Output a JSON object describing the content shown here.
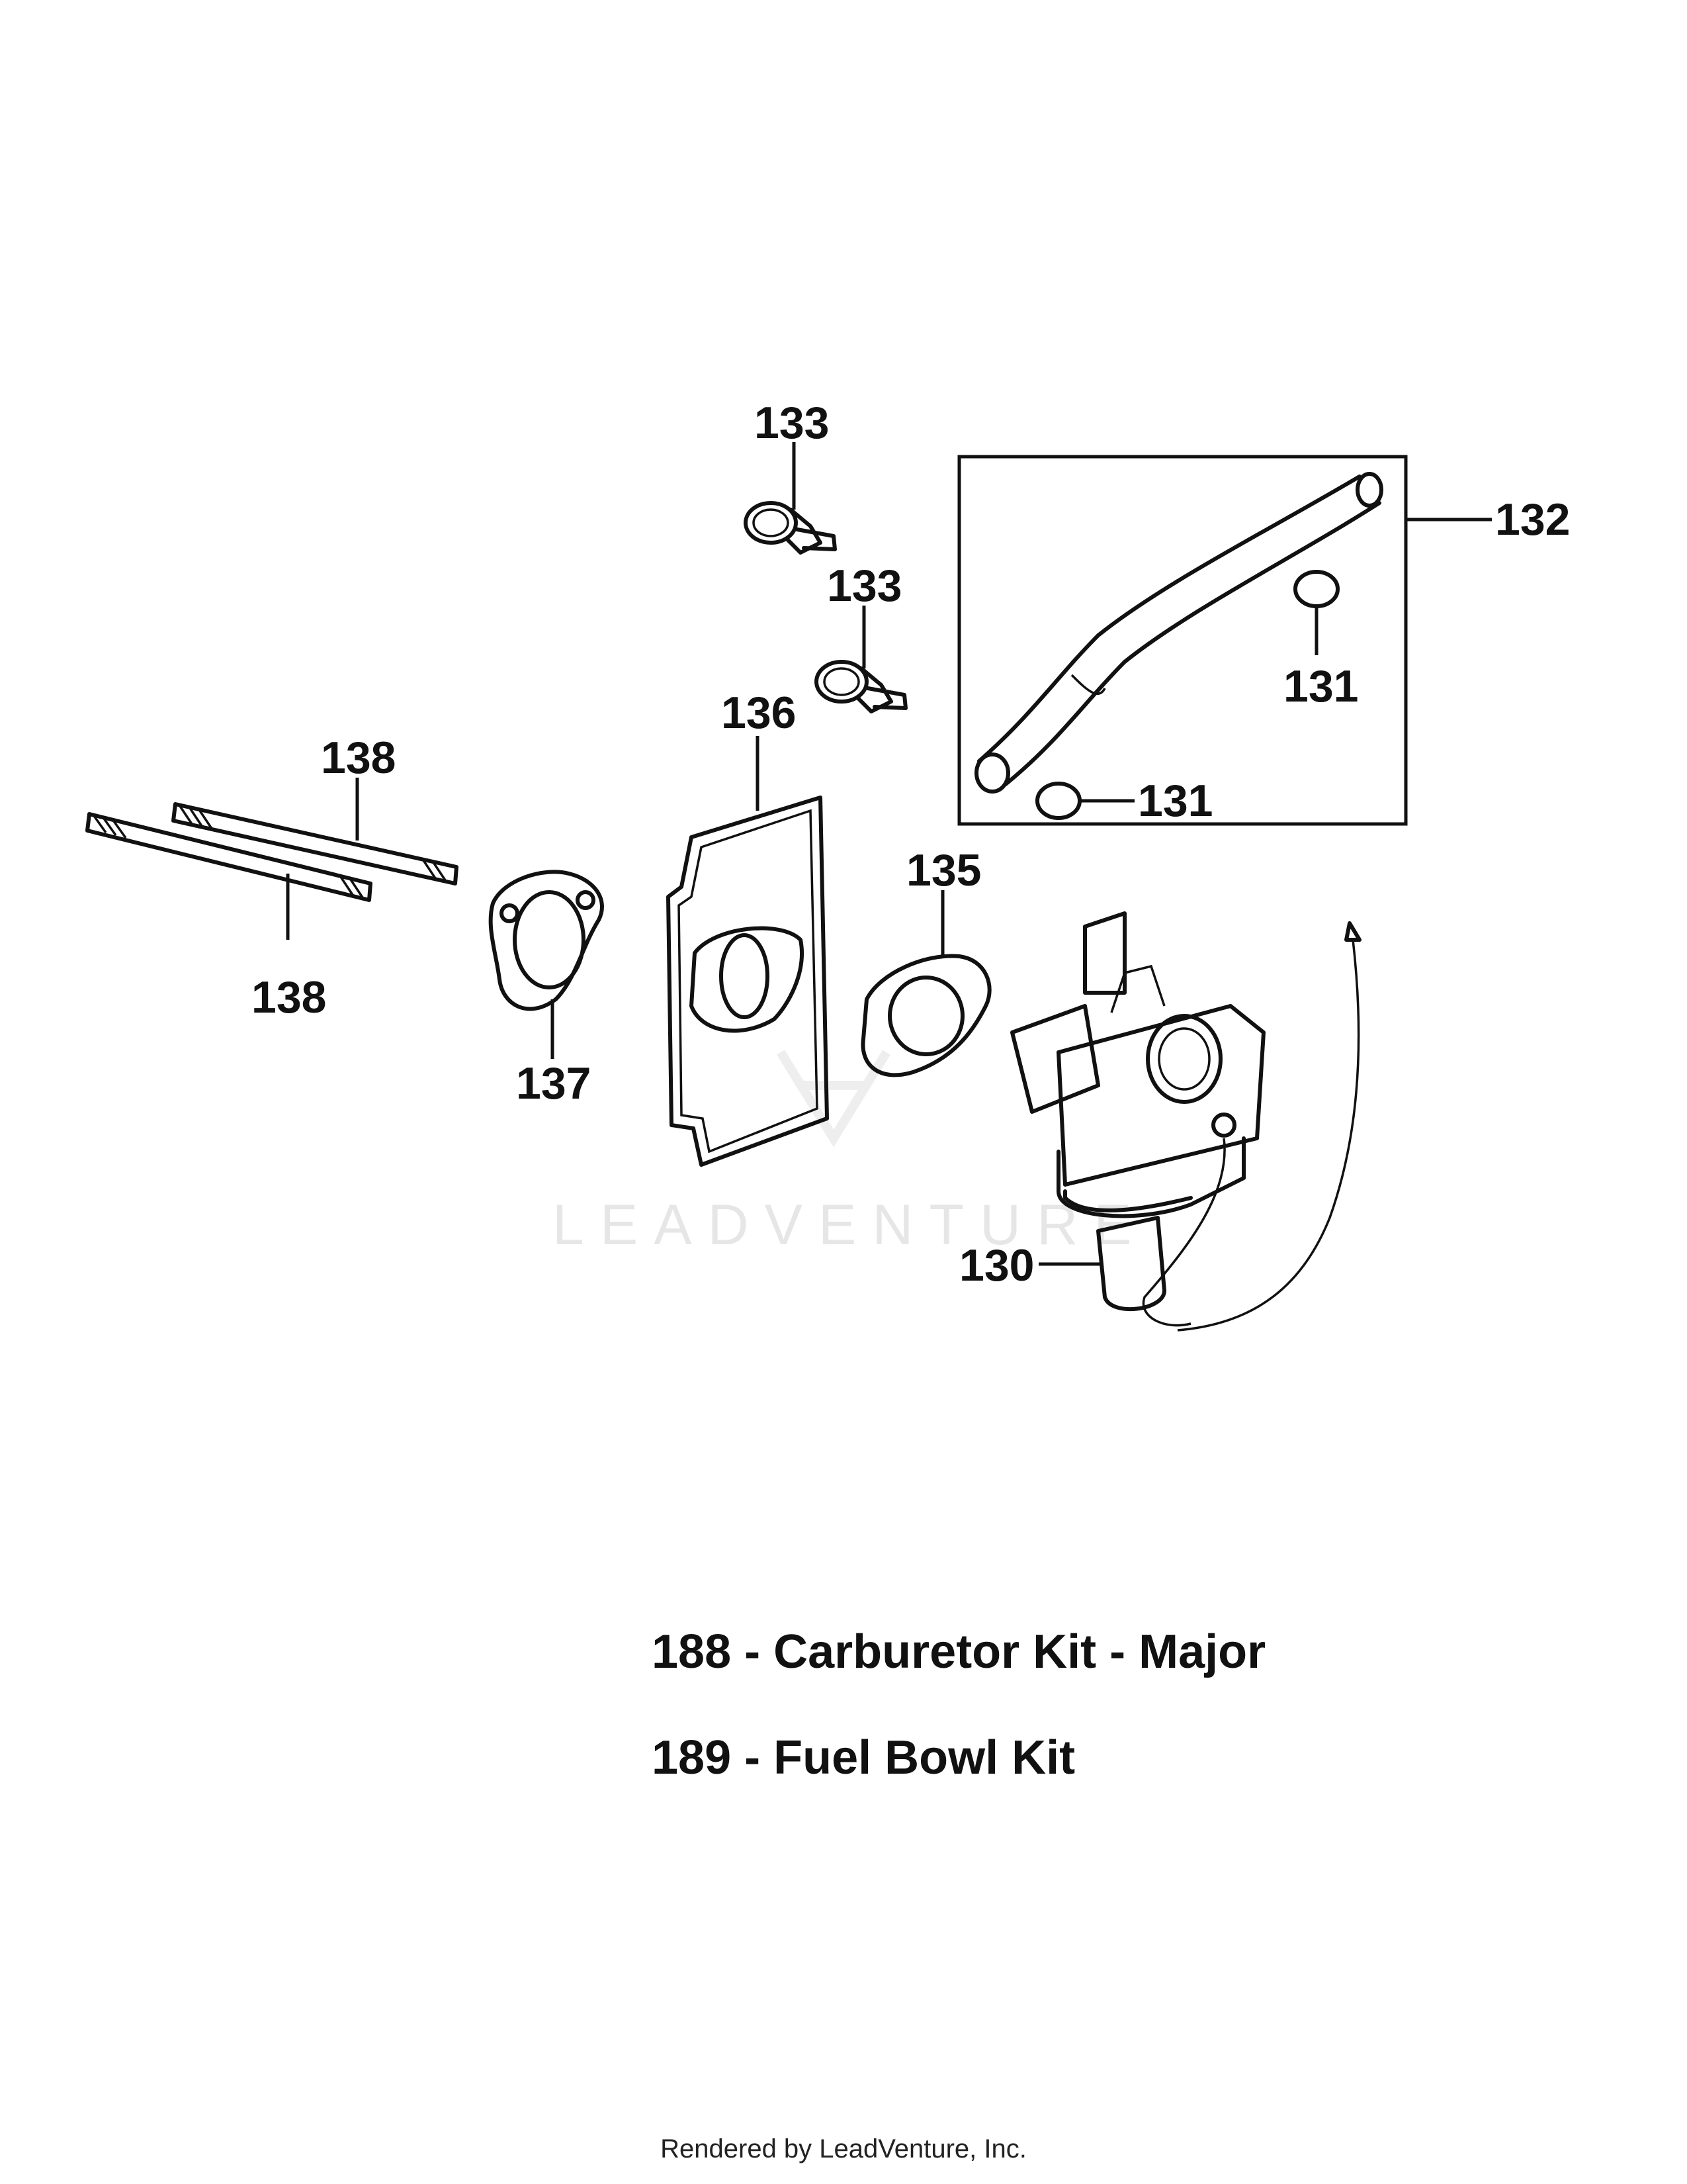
{
  "callouts": {
    "c133a": "133",
    "c133b": "133",
    "c132": "132",
    "c131a": "131",
    "c131b": "131",
    "c136": "136",
    "c138a": "138",
    "c138b": "138",
    "c135": "135",
    "c137": "137",
    "c130": "130"
  },
  "kits": [
    "188 - Carburetor Kit - Major",
    "189 - Fuel Bowl Kit"
  ],
  "watermark": "LEADVENTURE",
  "footer": "Rendered by LeadVenture, Inc."
}
